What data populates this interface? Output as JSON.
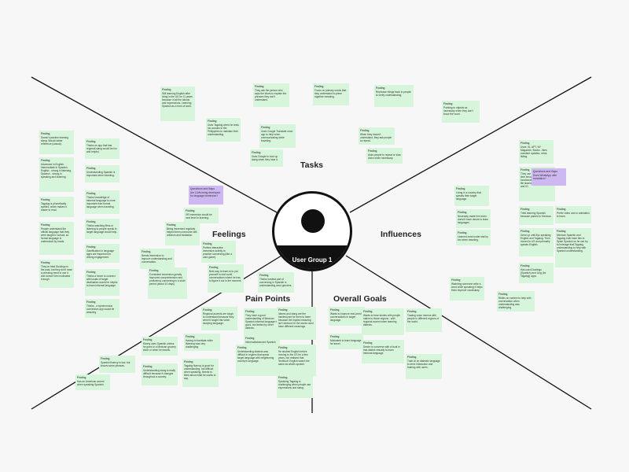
{
  "persona": {
    "label": "User Group 1"
  },
  "sections": {
    "tasks": "Tasks",
    "feelings": "Feelings",
    "influences": "Influences",
    "pain_points": "Pain Points",
    "overall_goals": "Overall Goals"
  },
  "notes": [
    {
      "tag": "Finding",
      "text": "Still learning English after living in the US for 11 years because of all the idioms and expressions. Learning Spanish as a form of work."
    },
    {
      "tag": "Finding",
      "text": "Uses Tagalog when he texts his cousins in the Philippines to maintain their understanding."
    },
    {
      "tag": "Finding",
      "text": "They ask the person who says the idiom to explain the phrases they don't understand."
    },
    {
      "tag": "Finding",
      "text": "Focus on primary words that they understand to piece together meaning."
    },
    {
      "tag": "Finding",
      "text": "Rephrase things back to people to verify understanding."
    },
    {
      "tag": "Finding",
      "text": "Pointing to objects as necessary when they don't know the word."
    },
    {
      "tag": "Finding",
      "text": "Uses Google Translate once app to help when communicating while traveling."
    },
    {
      "tag": "Finding",
      "text": "Uses Google to look up slang when they hear it."
    },
    {
      "tag": "Finding",
      "text": "When they doesn't understand, they ask people to repeat."
    },
    {
      "tag": "Finding",
      "text": "Asks people to repeat or slow down when necessary."
    },
    {
      "tag": "Finding",
      "text": "Doesn't practice learning slang. Would rather reference (casual)."
    },
    {
      "tag": "Finding",
      "text": "Advanced in English. Intermediate in Spanish. English - strong in listening. Spanish - strong in speaking and listening."
    },
    {
      "tag": "Finding",
      "text": "Tagalog is phonetically spelled, which makes it easier to read."
    },
    {
      "tag": "Finding",
      "text": "People understand the official language that they were taught in school, so formal language is understood by locals."
    },
    {
      "tag": "Finding",
      "text": "They've tried Duolingo in the past, but they don't have a pressing need to use it and doesn't feel motivated enough."
    },
    {
      "tag": "Finding",
      "text": "Thinks an app that has regional slang would be fun and helpful."
    },
    {
      "tag": "Finding",
      "text": "Understanding Spanish is important when traveling."
    },
    {
      "tag": "Finding",
      "text": "Thinks knowledge of informal language is more important than formal language when traveling."
    },
    {
      "tag": "Finding",
      "text": "Thinks watching films or listening to people speak in target language would help."
    },
    {
      "tag": "Finding",
      "text": "Gamification in language apps are important for driving engagement."
    },
    {
      "tag": "Finding",
      "text": "Thinks a forum to connect with locals of target destination would be helpful to learn informal language."
    },
    {
      "tag": "Finding",
      "text": "Thinks - a synchronous connection app would be amazing."
    },
    {
      "tag": "Questions and Gaps",
      "text": "Are LLMs being developed for language immersion?",
      "q": true
    },
    {
      "tag": "Finding",
      "text": "VR immersion would be next level in learning."
    },
    {
      "tag": "Finding",
      "text": "Being immersed regularly helped them overcome self-criticism and hesitation."
    },
    {
      "tag": "Finding",
      "text": "Needs immersion to improve understanding and conversation."
    },
    {
      "tag": "Finding",
      "text": "Prefers interactive immersive activity to practice conversing (like a card game)."
    },
    {
      "tag": "Finding",
      "text": "Consistent immersion greatly improved comprehension and proficiency conversing in a short period (about 10 days)."
    },
    {
      "tag": "Finding",
      "text": "Best way to learn is to put yourself in real world conversations where he has to figure it out in the moment."
    },
    {
      "tag": "Finding",
      "text": "Thinks hardest part of conversing in Spanish is understanding word genders."
    },
    {
      "tag": "Finding",
      "text": "Living in a country that speaks their target language."
    },
    {
      "tag": "Finding",
      "text": "Necessity made him learn - doesn't have desire to learn languages."
    },
    {
      "tag": "Finding",
      "text": "Learned most under stat by fun when traveling."
    },
    {
      "tag": "Finding",
      "text": "Watching someone write a word while speaking it helps them improve vocabulary."
    },
    {
      "tag": "Finding",
      "text": "Relies on context to help with conversation when understanding was challenging."
    },
    {
      "tag": "Finding",
      "text": "Uses: IG, APT, NY Magazine, Books - likes constant updates, news listing."
    },
    {
      "tag": "Finding",
      "text": "They use WhatsApp all the time because of the functionality texting, audio, file sharing. Then Pandora and IG."
    },
    {
      "tag": "Questions and Gaps",
      "text": "Does WhatsApp offer translation?",
      "q": true
    },
    {
      "tag": "Finding",
      "text": "Tried learning Spanish because parked in Mexican."
    },
    {
      "tag": "Finding",
      "text": "Grew up until 8yo speaking English and Tagalog. Then moved to US and primarily speaks English."
    },
    {
      "tag": "Finding",
      "text": "Has used Duolingo (Spanish) and Ling (for Tagalog) apps."
    },
    {
      "tag": "Finding",
      "text": "Mexican Spanish and Tagalog both have ties to Spain Spanish so he can try to leverage that Tagalog understanding to help with Spanish understanding."
    },
    {
      "tag": "Finding",
      "text": "Prefer video and or animation to learn."
    },
    {
      "tag": "Finding",
      "text": "Regional accents are tough to understand because they weren't taught this when studying language."
    },
    {
      "tag": "Finding",
      "text": "They have a good understanding of Mexican Spanish informal language is good, but limited by other dialects."
    },
    {
      "tag": "Finding",
      "text": "Informal/advanced Spanish words are hard to understand."
    },
    {
      "tag": "Finding",
      "text": "Idioms and slang are the hardest part for them to learn because the implied meaning isn't obvious for the words used have different meanings."
    },
    {
      "tag": "Finding",
      "text": "Understanding dialects was difficult in regions that speak target language with neighboring country's language."
    },
    {
      "tag": "Finding",
      "text": "He studied English before moving to the US for a few years, but realized that 'textbook' English wasn't the same as what's spoken."
    },
    {
      "tag": "Finding",
      "text": "Speaking Tagalog is challenging when people use expressions and slang."
    },
    {
      "tag": "Finding",
      "text": "Rarely uses Spanish unless he goes to a Mexican grocery store or when he travels."
    },
    {
      "tag": "Finding",
      "text": "Having to translate while listening was very challenging."
    },
    {
      "tag": "Finding",
      "text": "Understanding slang is really difficult because it changes throughout a country."
    },
    {
      "tag": "Finding",
      "text": "Tagalog fluency is good for understanding, but difficult when speaking. Needs to think about what he wants to say."
    },
    {
      "tag": "Finding",
      "text": "Spanish fluency is low, but knows some phrases."
    },
    {
      "tag": "Finding",
      "text": "Has an American accent when speaking Spanish."
    },
    {
      "tag": "Finding",
      "text": "Wants to improve real-world conversations in target language."
    },
    {
      "tag": "Finding",
      "text": "Motivated to learn language for travel."
    },
    {
      "tag": "Finding",
      "text": "Wants to hear stories with people native to those regions - with regional accent when learning dialects."
    },
    {
      "tag": "Finding",
      "text": "Trading voice memos with people in different regions of the world."
    },
    {
      "tag": "Finding",
      "text": "Desire to converse with a local in that dialect virtually to learn informal language."
    },
    {
      "tag": "Finding",
      "text": "Train AI on dialectic language to drive interaction and training with users."
    }
  ]
}
